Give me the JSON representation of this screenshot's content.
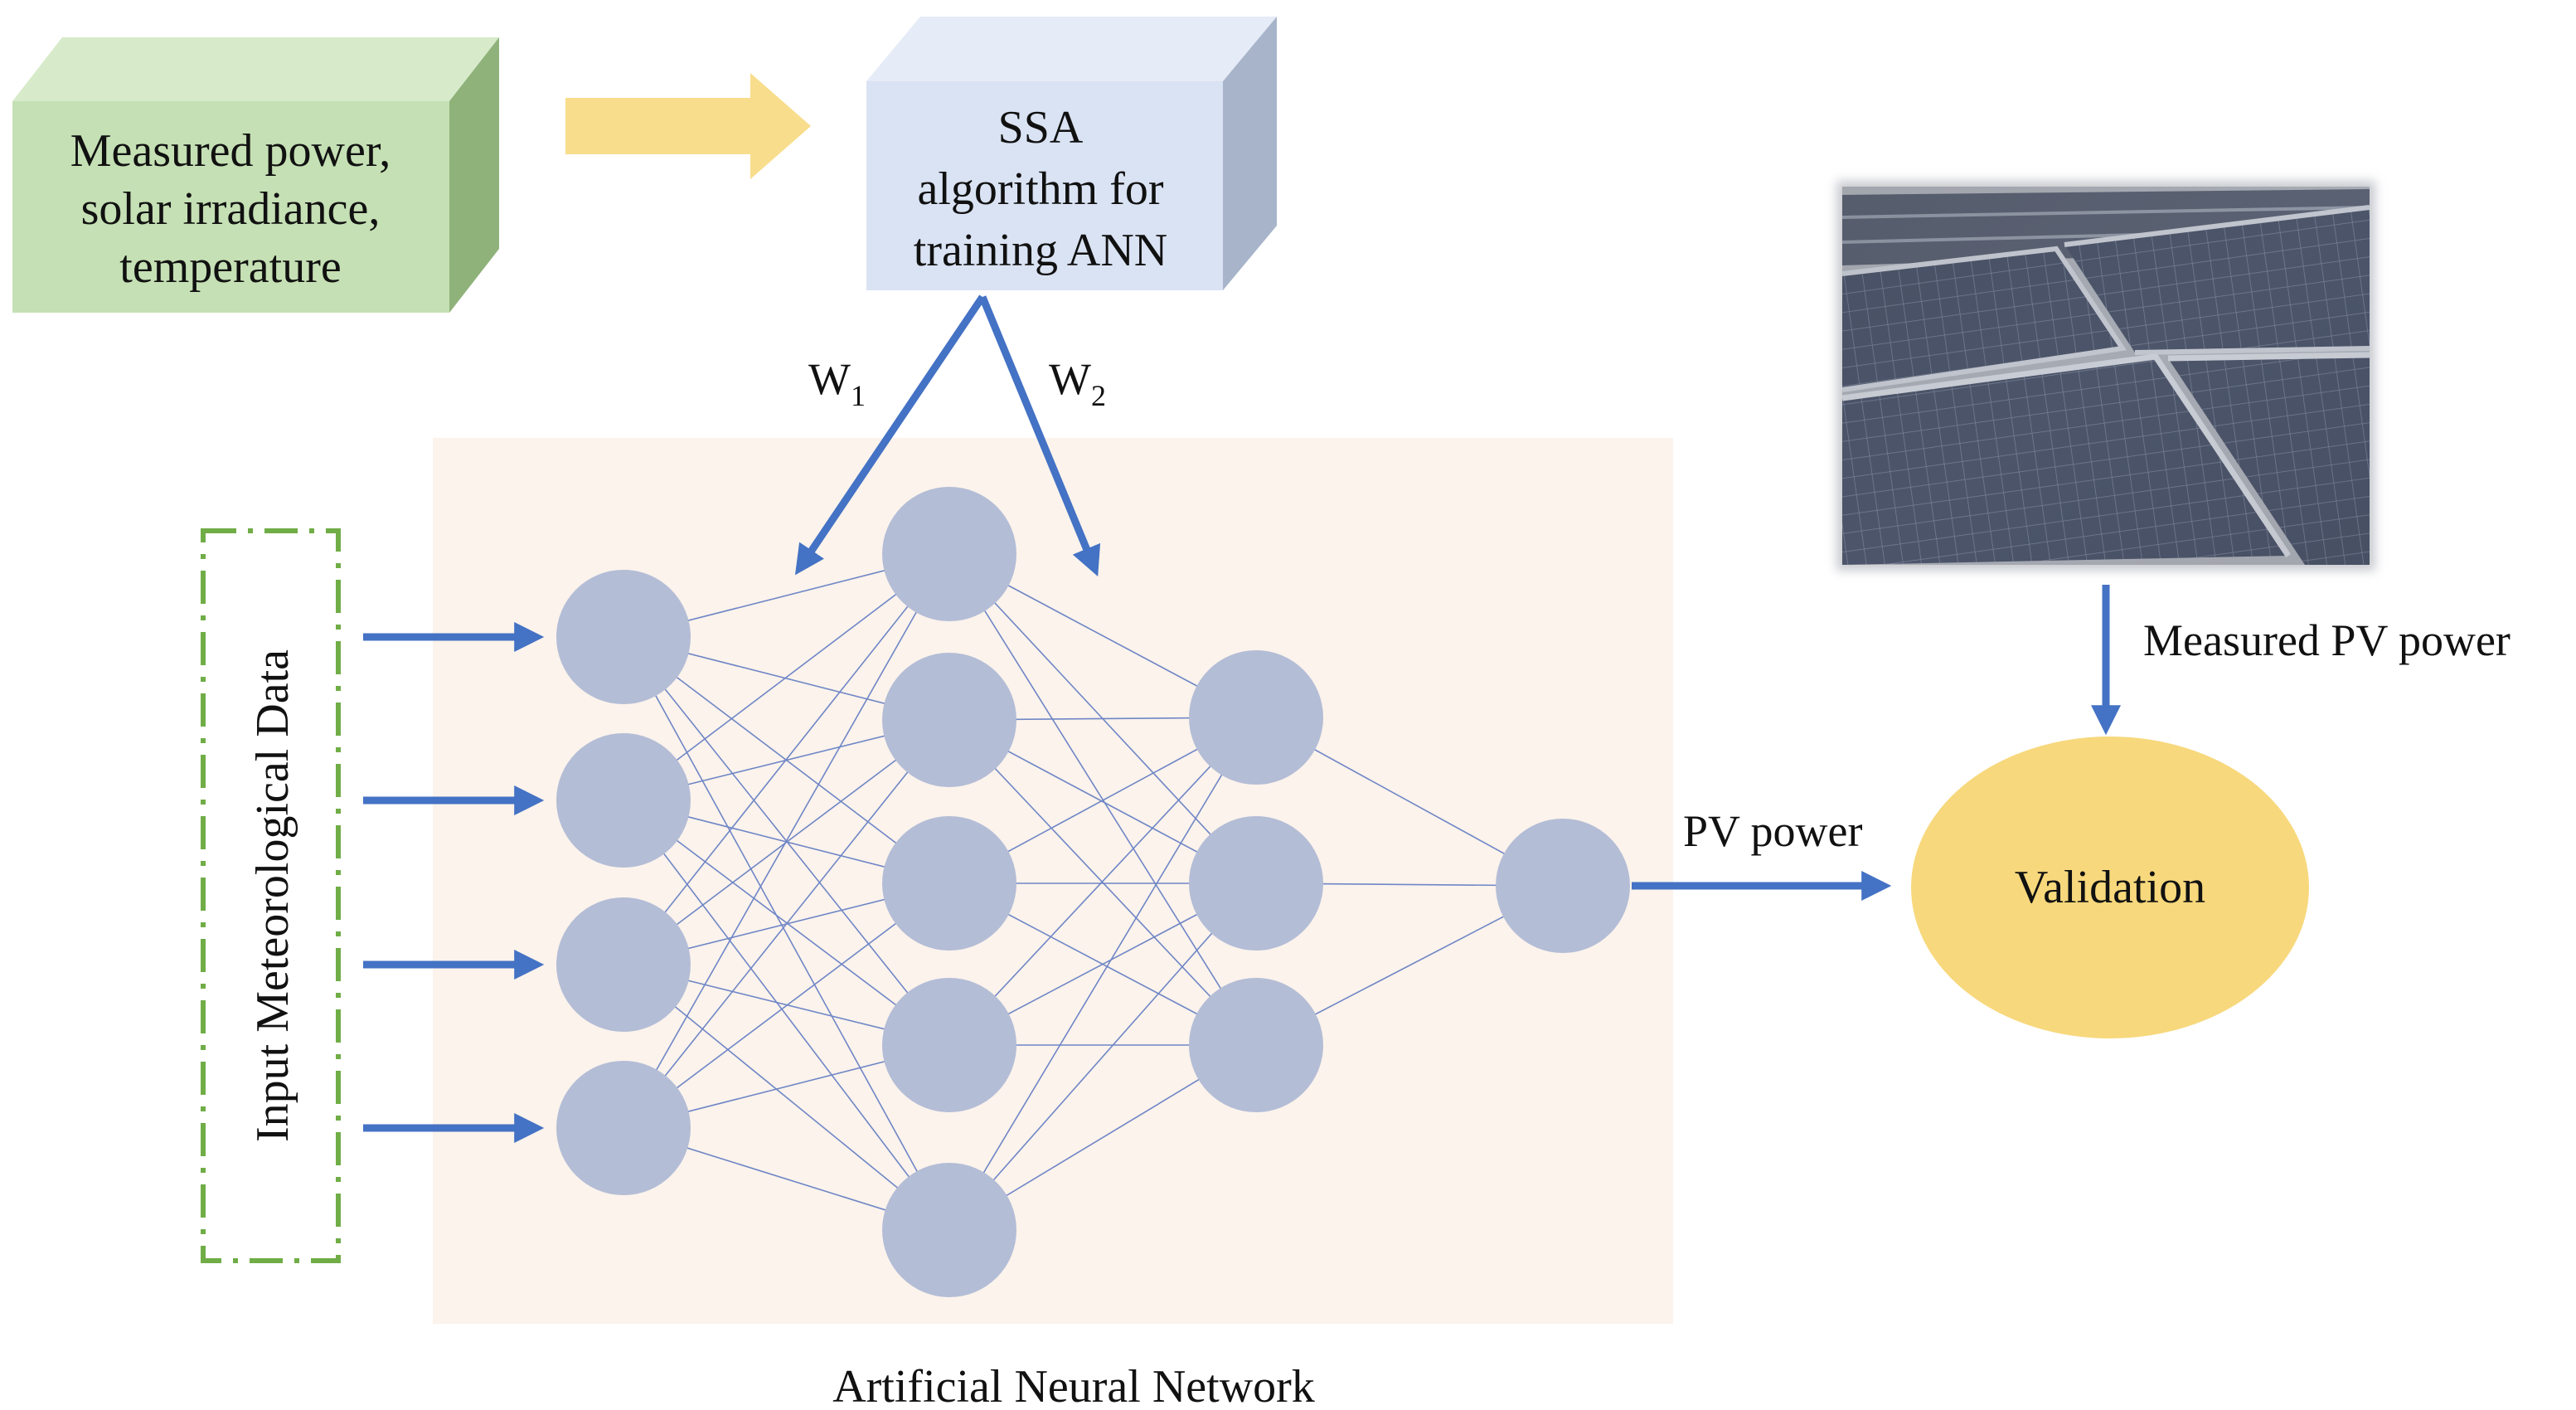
{
  "colors": {
    "input_box": "#c5e0b4",
    "ssa_box": "#dae3f3",
    "arrow_yellow": "#f8dd8c",
    "arrow_blue": "#4472c4",
    "ann_panel": "#fbf3ec",
    "neuron": "#b4bdd6",
    "validation": "#f7d87c",
    "dashed_border": "#70ad47"
  },
  "input_box": {
    "line1": "Measured power,",
    "line2": "solar irradiance,",
    "line3": "temperature"
  },
  "ssa_box": {
    "line1": "SSA",
    "line2": "algorithm for",
    "line3": "training ANN"
  },
  "weights": {
    "w1": {
      "base": "W",
      "sub": "1"
    },
    "w2": {
      "base": "W",
      "sub": "2"
    }
  },
  "input_label": "Input Meteorological Data",
  "network": {
    "caption": "Artificial Neural Network",
    "layers": [
      4,
      5,
      3,
      1
    ]
  },
  "output_label": "PV power",
  "validation_label": "Validation",
  "measured_label": "Measured PV power",
  "photo": {
    "icon": "solar-panel-photo"
  }
}
